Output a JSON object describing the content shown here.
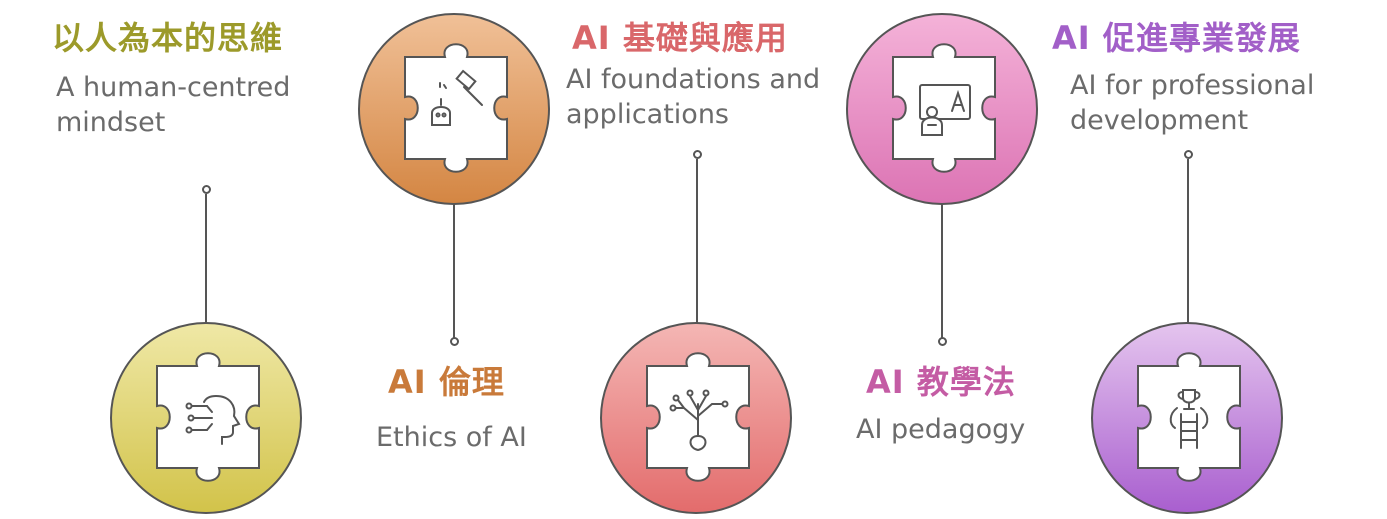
{
  "colors": {
    "olive": "#9c9a2a",
    "orange": "#c97a3a",
    "red": "#d9676a",
    "pink": "#c45ca4",
    "purple": "#a25fc8",
    "line": "#555555"
  },
  "items": [
    {
      "title": "以人為本的思維",
      "subtitle_lines": [
        "A human-centred",
        "mindset"
      ],
      "icon": "human-ai-head-icon"
    },
    {
      "title": "AI 倫理",
      "subtitle_lines": [
        "Ethics of AI"
      ],
      "icon": "gavel-robot-icon"
    },
    {
      "title": "AI 基礎與應用",
      "subtitle_lines": [
        "AI foundations and",
        "applications"
      ],
      "icon": "ai-network-tree-icon"
    },
    {
      "title": "AI 教學法",
      "subtitle_lines": [
        "AI pedagogy"
      ],
      "icon": "robot-teacher-board-icon"
    },
    {
      "title": "AI 促進專業發展",
      "subtitle_lines": [
        "AI for professional",
        "development"
      ],
      "icon": "trophy-ladder-icon"
    }
  ]
}
